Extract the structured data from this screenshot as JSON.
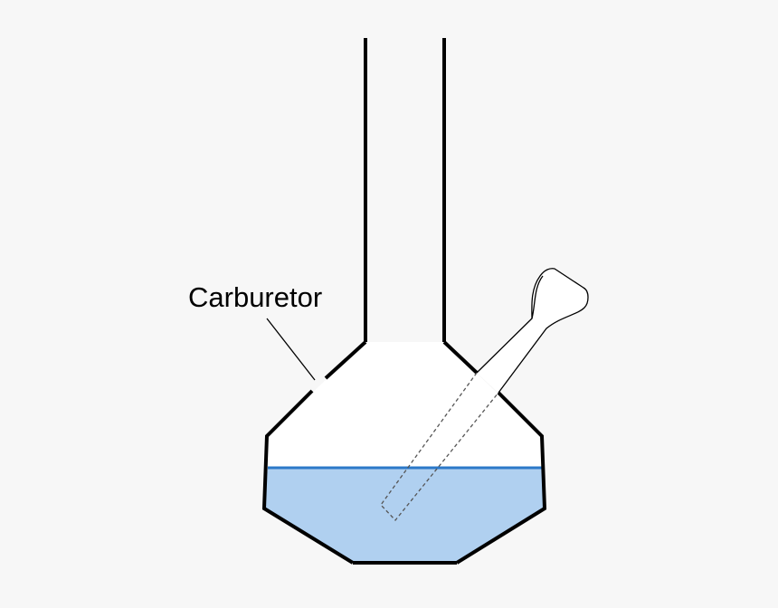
{
  "labels": {
    "carburetor": "Carburetor"
  },
  "colors": {
    "background": "#f7f7f7",
    "outline": "#000000",
    "water_fill": "#b0d0f0",
    "water_line": "#2b78c8",
    "stem_outline": "#555555"
  },
  "icons": {
    "bong_body": "flask-outline",
    "bowl_stem": "downstem-icon",
    "water": "water-fill"
  }
}
